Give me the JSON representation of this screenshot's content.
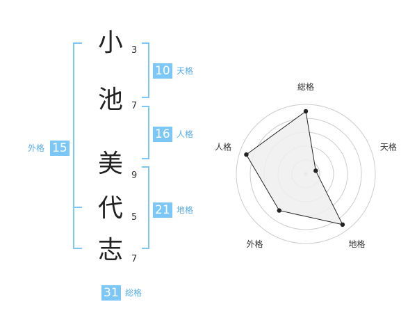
{
  "name": {
    "chars": [
      {
        "char": "小",
        "strokes": "3"
      },
      {
        "char": "池",
        "strokes": "7"
      },
      {
        "char": "美",
        "strokes": "9"
      },
      {
        "char": "代",
        "strokes": "5"
      },
      {
        "char": "志",
        "strokes": "7"
      }
    ]
  },
  "fortune": {
    "tenkaku": {
      "label": "天格",
      "value": "10"
    },
    "jinkaku": {
      "label": "人格",
      "value": "16"
    },
    "chikaku": {
      "label": "地格",
      "value": "21"
    },
    "gaikaku": {
      "label": "外格",
      "value": "15"
    },
    "soukaku": {
      "label": "総格",
      "value": "31"
    }
  },
  "colors": {
    "accent": "#7cc7f5",
    "bracket": "#7cc7f5",
    "radar_fill": "#eeeeee",
    "grid": "#cccccc"
  },
  "chart_data": {
    "type": "radar",
    "axes": [
      "総格",
      "天格",
      "地格",
      "外格",
      "人格"
    ],
    "values": [
      0.9,
      0.15,
      0.9,
      0.65,
      0.9
    ],
    "max": 1,
    "rings": 5
  }
}
